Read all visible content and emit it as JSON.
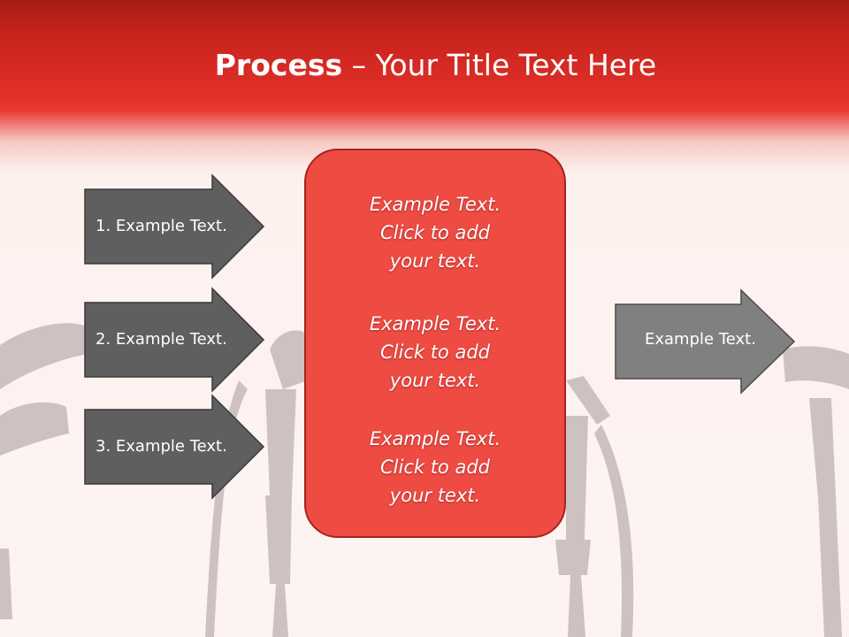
{
  "slide": {
    "title_bold": "Process",
    "title_rest": " – Your Title Text Here",
    "colors": {
      "header": "#d8291f",
      "box": "#ee4b43",
      "arrow_dark": "#5f5f5f",
      "arrow_light": "#808080"
    }
  },
  "left_arrows": [
    {
      "label": "1. Example Text."
    },
    {
      "label": "2. Example Text."
    },
    {
      "label": "3. Example Text."
    }
  ],
  "center_box": {
    "items": [
      {
        "line1": "Example Text.",
        "line2": "Click  to add",
        "line3": "your text."
      },
      {
        "line1": "Example Text.",
        "line2": "Click  to add",
        "line3": "your text."
      },
      {
        "line1": "Example Text.",
        "line2": "Click  to add",
        "line3": "your text."
      }
    ]
  },
  "right_arrow": {
    "label": "Example Text."
  }
}
